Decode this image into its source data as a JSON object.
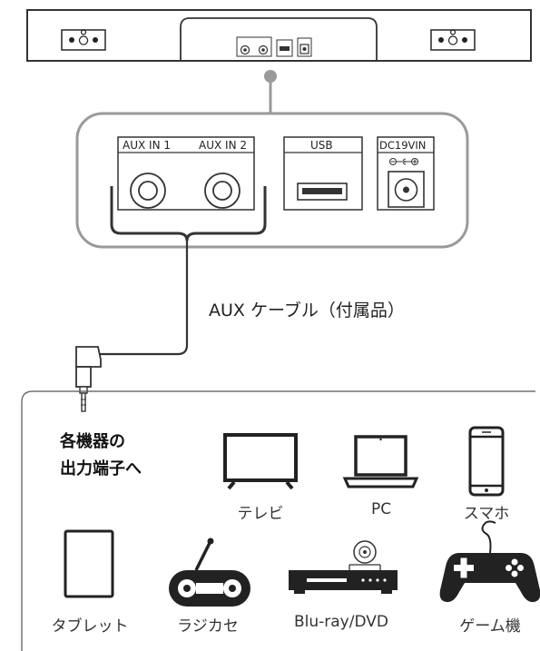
{
  "ports": {
    "aux_in_1": "AUX IN 1",
    "aux_in_2": "AUX IN 2",
    "usb": "USB",
    "dc_in": "DC19VIN"
  },
  "cable_label": "AUX ケーブル（付属品）",
  "source_heading": {
    "line1": "各機器の",
    "line2": "出力端子へ"
  },
  "devices": {
    "tv": "テレビ",
    "pc": "PC",
    "smartphone": "スマホ",
    "tablet": "タブレット",
    "radio_cassette": "ラジカセ",
    "bluray_dvd": "Blu-ray/DVD",
    "game_console": "ゲーム機"
  }
}
